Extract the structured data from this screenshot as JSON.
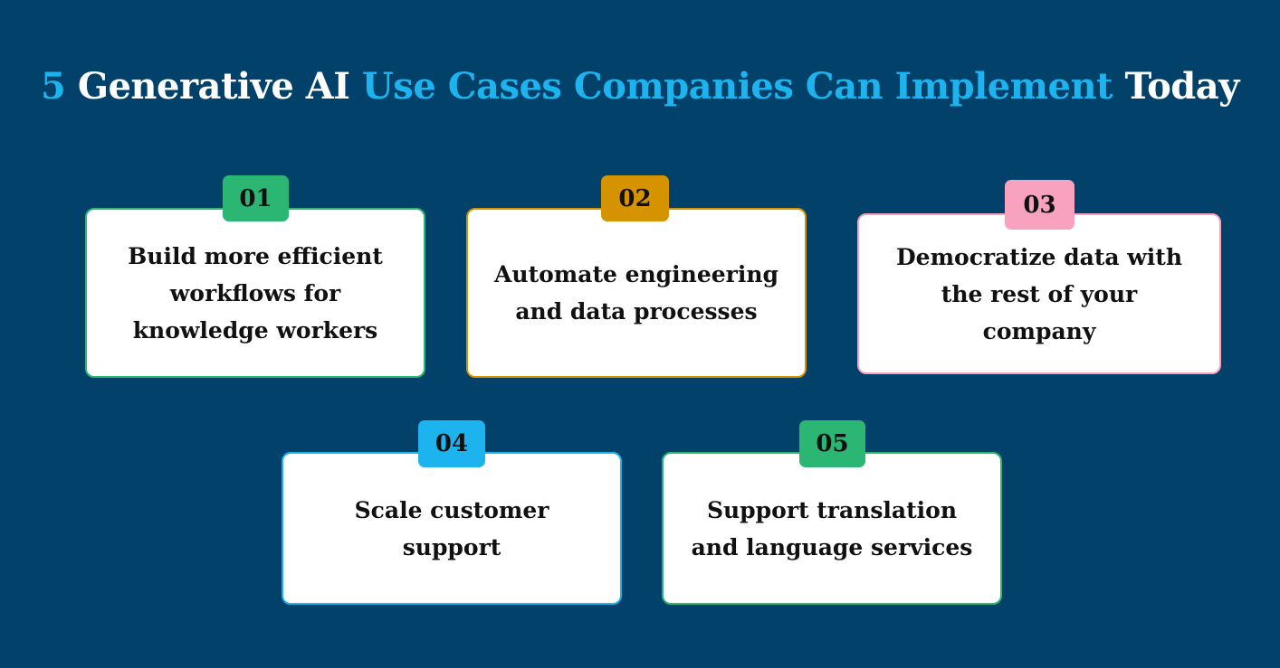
{
  "title": {
    "part1": "5",
    "part2": " Generative AI ",
    "part3": "Use Cases Companies Can Implement",
    "part4": " Today"
  },
  "colors": {
    "background": "#01416a",
    "accent_blue": "#1cb3ee",
    "green": "#2bb673",
    "gold": "#d69300",
    "pink": "#f8a2bf"
  },
  "cards": [
    {
      "number": "01",
      "color": "#2bb673",
      "lines": [
        "Build more efficient",
        "workflows for",
        "knowledge workers"
      ]
    },
    {
      "number": "02",
      "color": "#d69300",
      "lines": [
        "Automate engineering",
        "and data processes"
      ]
    },
    {
      "number": "03",
      "color": "#f8a2bf",
      "lines": [
        "Democratize data with",
        "the rest of your",
        "company"
      ]
    },
    {
      "number": "04",
      "color": "#1cb3ee",
      "lines": [
        "Scale customer",
        "support"
      ]
    },
    {
      "number": "05",
      "color": "#2bb673",
      "lines": [
        "Support translation",
        "and language services"
      ]
    }
  ]
}
